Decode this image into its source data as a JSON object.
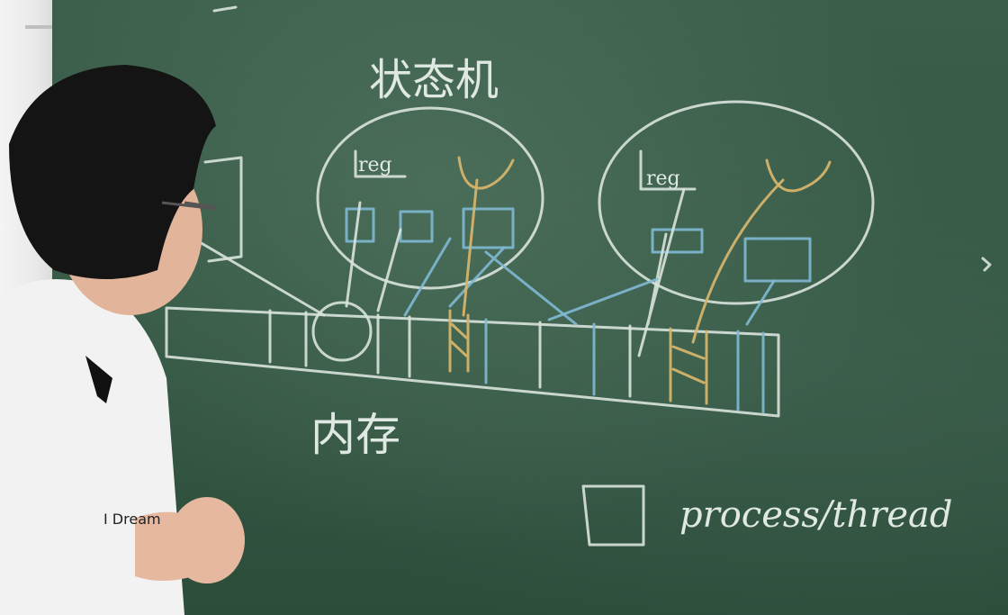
{
  "board": {
    "title": "状态机",
    "label_reg": "reg",
    "label_memory": "内存",
    "legend_text": "process/thread",
    "shirt_text": "I Dream"
  },
  "colors": {
    "chalkboard": "#335642",
    "chalk_white": "#d9e3dd",
    "chalk_blue": "#7fb9d4",
    "chalk_yellow": "#d4b36a",
    "shirt": "#f3f3f3",
    "hair": "#141414"
  }
}
